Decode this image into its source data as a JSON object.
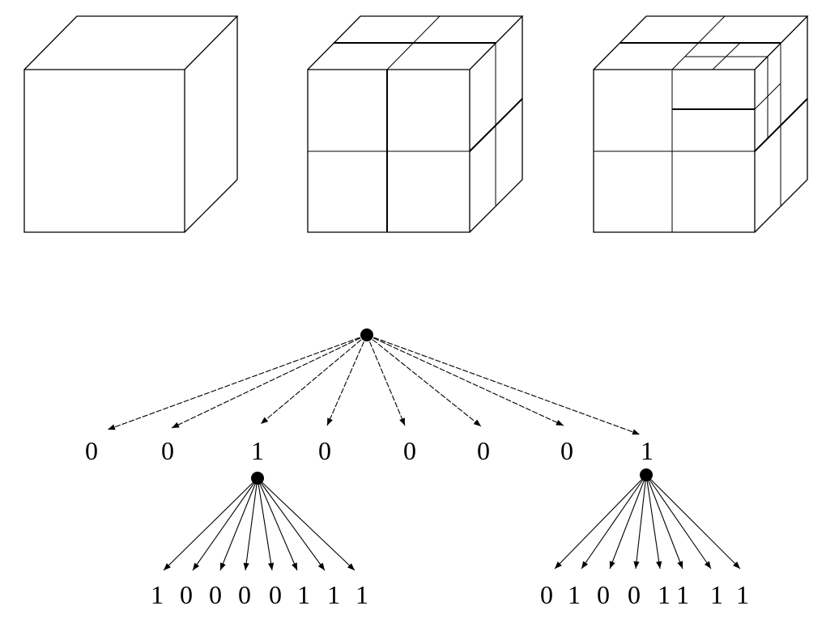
{
  "colors": {
    "ink": "#000000",
    "background": "#ffffff"
  },
  "cubes": [
    {
      "name": "cube-level-0",
      "subdivision": 0
    },
    {
      "name": "cube-level-1",
      "subdivision": 1
    },
    {
      "name": "cube-level-2",
      "subdivision": 2
    }
  ],
  "tree": {
    "root_children": [
      "0",
      "0",
      "1",
      "0",
      "0",
      "0",
      "0",
      "1"
    ],
    "subtree_left": [
      "1",
      "0",
      "0",
      "0",
      "0",
      "1",
      "1",
      "1"
    ],
    "subtree_right": [
      "0",
      "1",
      "0",
      "0",
      "1",
      "1",
      "1",
      "1"
    ]
  }
}
